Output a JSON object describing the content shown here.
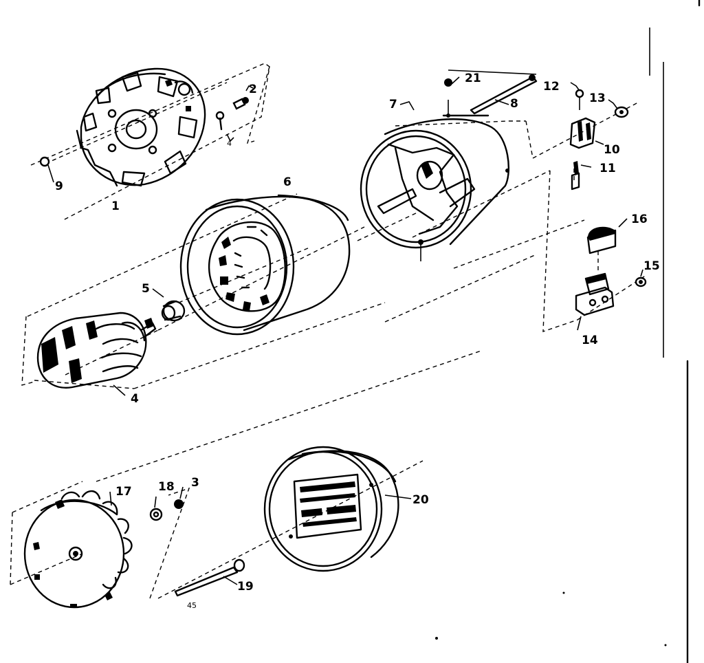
{
  "labels": {
    "p1": "1",
    "p2": "2",
    "p3": "3",
    "p4": "4",
    "p5": "5",
    "p6": "6",
    "p7": "7",
    "p8": "8",
    "p9": "9",
    "p10": "10",
    "p11": "11",
    "p12": "12",
    "p13": "13",
    "p14": "14",
    "p15": "15",
    "p16": "16",
    "p17": "17",
    "p18": "18",
    "p19": "19",
    "p20": "20",
    "p21": "21"
  },
  "footnote": "45",
  "small_mark": "4"
}
